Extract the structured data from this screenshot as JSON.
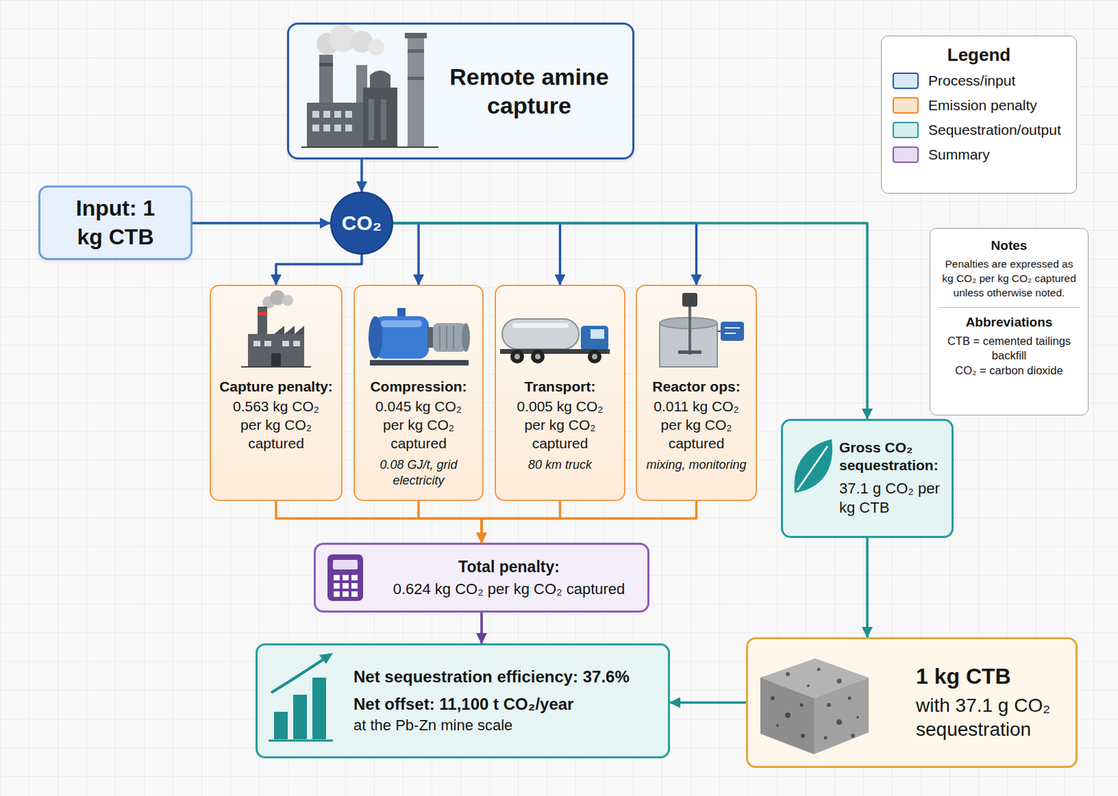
{
  "diagram": {
    "nodes": [
      {
        "text": [
          "Remote amine capture"
        ]
      },
      {
        "text": [
          "Input: 1 kg CTB"
        ]
      },
      {
        "text": [
          "CO₂"
        ]
      },
      {
        "text": [
          "Notes",
          "Penalties are expressed as kg CO₂ per kg CO₂ captured unless otherwise noted.",
          "Abbreviations",
          "CTB = cemented tailings backfill",
          "CO₂ = carbon dioxide"
        ]
      },
      {
        "text": [
          "Capture penalty:",
          "0.563 kg CO₂ per kg CO₂ captured"
        ]
      },
      {
        "text": [
          "Compression:",
          "0.045 kg CO₂ per kg CO₂ captured",
          "0.08 GJ/t, grid electricity"
        ]
      },
      {
        "text": [
          "Transport:",
          "0.005 kg CO₂ per kg CO₂ captured",
          "80 km truck"
        ]
      },
      {
        "text": [
          "Reactor ops:",
          "0.011 kg CO₂ per kg CO₂ captured",
          "mixing, monitoring"
        ]
      },
      {
        "text": [
          "Gross CO₂ sequestration:",
          "37.1 g CO₂ per kg CTB"
        ]
      },
      {
        "text": [
          "Total penalty:",
          "0.624 kg CO₂ per kg CO₂ captured"
        ]
      },
      {
        "text": [
          "Net sequestration efficiency: 37.6%",
          "Net offset: 11,100 t CO₂/year",
          "at the Pb-Zn mine scale"
        ]
      },
      {
        "text": [
          "1 kg CTB",
          "with 37.1 g CO₂ sequestration"
        ]
      }
    ],
    "edges": [
      {
        "from": 0,
        "to": 2,
        "arrow": "to"
      },
      {
        "from": 1,
        "to": 2,
        "arrow": "to"
      },
      {
        "from": 2,
        "to": 4,
        "arrow": "to"
      },
      {
        "from": 2,
        "to": 5,
        "arrow": "to"
      },
      {
        "from": 2,
        "to": 6,
        "arrow": "to"
      },
      {
        "from": 2,
        "to": 7,
        "arrow": "to"
      },
      {
        "from": 2,
        "to": 8,
        "arrow": "to"
      },
      {
        "from": 4,
        "to": 9,
        "arrow": "to"
      },
      {
        "from": 5,
        "to": 9,
        "arrow": "to"
      },
      {
        "from": 6,
        "to": 9,
        "arrow": "to"
      },
      {
        "from": 7,
        "to": 9,
        "arrow": "to"
      },
      {
        "from": 9,
        "to": 10,
        "arrow": "to"
      },
      {
        "from": 8,
        "to": 11,
        "arrow": "to"
      },
      {
        "from": 11,
        "to": 10,
        "arrow": "to"
      }
    ],
    "labels": [
      "Legend"
    ],
    "legend": [
      {
        "text": "Process/input",
        "color": "#dbe8f8"
      },
      {
        "text": "Emission penalty",
        "color": "#fde5cc"
      },
      {
        "text": "Sequestration/output",
        "color": "#d5eeee"
      },
      {
        "text": "Summary",
        "color": "#e8ddf3"
      }
    ]
  }
}
